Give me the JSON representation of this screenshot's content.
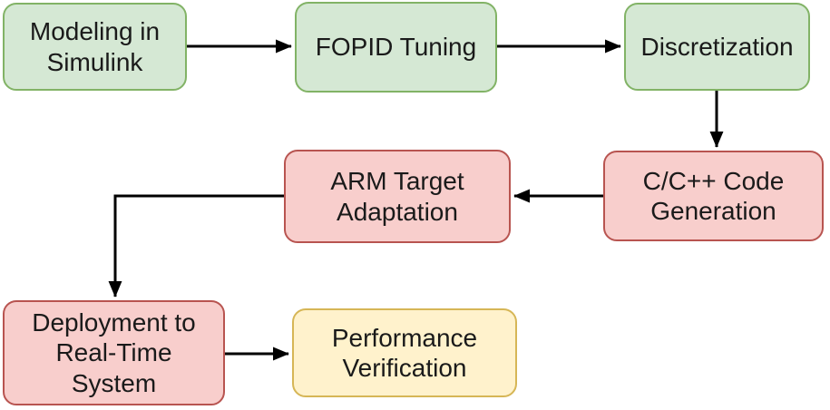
{
  "diagram": {
    "type": "flowchart",
    "background_color": "#ffffff",
    "arrow_color": "#000000",
    "text_color": "#1a1a1a",
    "node_colors": {
      "green": {
        "fill": "#d5e8d4",
        "stroke": "#82b366"
      },
      "red": {
        "fill": "#f8cecc",
        "stroke": "#b85450"
      },
      "yellow": {
        "fill": "#fff2cc",
        "stroke": "#d6b656"
      }
    },
    "nodes": [
      {
        "id": "modeling-in-simulink",
        "label": "Modeling in\nSimulink",
        "color_name": "green",
        "fill": "#d5e8d4",
        "stroke": "#82b366"
      },
      {
        "id": "fopid-tuning",
        "label": "FOPID Tuning",
        "color_name": "green",
        "fill": "#d5e8d4",
        "stroke": "#82b366"
      },
      {
        "id": "discretization",
        "label": "Discretization",
        "color_name": "green",
        "fill": "#d5e8d4",
        "stroke": "#82b366"
      },
      {
        "id": "arm-target-adaptation",
        "label": "ARM Target\nAdaptation",
        "color_name": "red",
        "fill": "#f8cecc",
        "stroke": "#b85450"
      },
      {
        "id": "cpp-code-generation",
        "label": "C/C++ Code\nGeneration",
        "color_name": "red",
        "fill": "#f8cecc",
        "stroke": "#b85450"
      },
      {
        "id": "deployment-to-realtime-system",
        "label": "Deployment to\nReal-Time\nSystem",
        "color_name": "red",
        "fill": "#f8cecc",
        "stroke": "#b85450"
      },
      {
        "id": "performance-verification",
        "label": "Performance\nVerification",
        "color_name": "yellow",
        "fill": "#fff2cc",
        "stroke": "#d6b656"
      }
    ],
    "edges": [
      {
        "from": "modeling-in-simulink",
        "to": "fopid-tuning",
        "route": "right"
      },
      {
        "from": "fopid-tuning",
        "to": "discretization",
        "route": "right"
      },
      {
        "from": "discretization",
        "to": "cpp-code-generation",
        "route": "down"
      },
      {
        "from": "cpp-code-generation",
        "to": "arm-target-adaptation",
        "route": "left"
      },
      {
        "from": "arm-target-adaptation",
        "to": "deployment-to-realtime-system",
        "route": "left-then-down"
      },
      {
        "from": "deployment-to-realtime-system",
        "to": "performance-verification",
        "route": "right"
      }
    ]
  }
}
